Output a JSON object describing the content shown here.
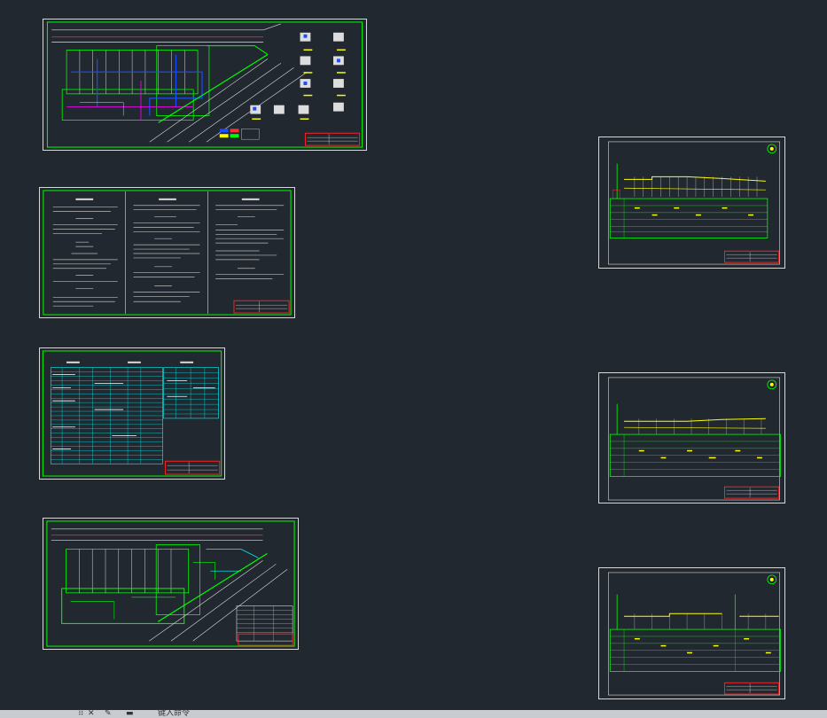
{
  "workspace": {
    "background": "#212830"
  },
  "colors": {
    "sheet_border": "#ffffff",
    "frame": "#00ff00",
    "cyan": "#00ffff",
    "yellow": "#ffff00",
    "red": "#ff2020",
    "blue": "#1a4dff",
    "magenta": "#ff00ff"
  },
  "sheets": [
    {
      "name": "sheet-site-plan-1",
      "type": "site-plan"
    },
    {
      "name": "sheet-design-notes",
      "type": "text-notes"
    },
    {
      "name": "sheet-material-table",
      "type": "table"
    },
    {
      "name": "sheet-site-plan-2",
      "type": "site-plan"
    },
    {
      "name": "sheet-profile-1",
      "type": "longitudinal-profile"
    },
    {
      "name": "sheet-profile-2",
      "type": "longitudinal-profile"
    },
    {
      "name": "sheet-profile-3",
      "type": "longitudinal-profile"
    }
  ],
  "command_line": {
    "icons": [
      "grip-icon",
      "close-icon",
      "wrench-icon",
      "command-prompt-icon"
    ],
    "placeholder": "键入命令"
  }
}
